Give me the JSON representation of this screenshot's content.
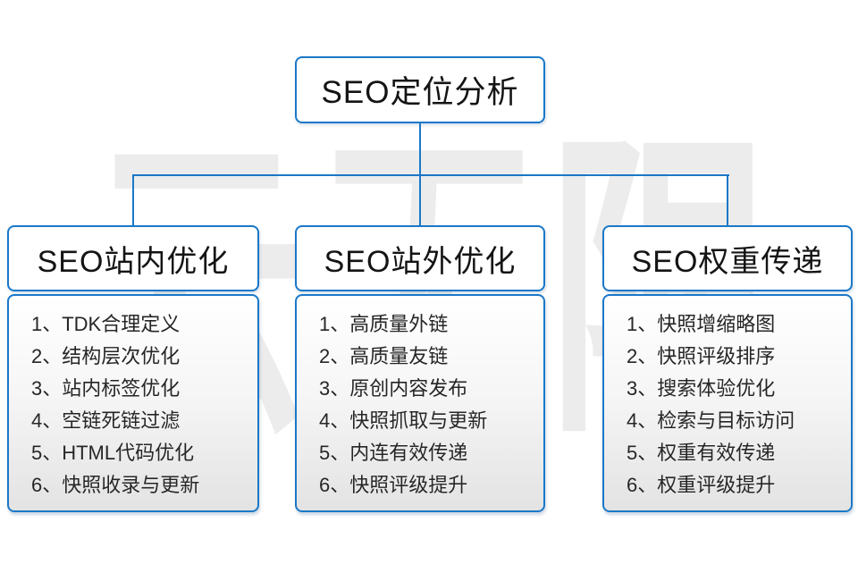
{
  "root": {
    "label": "SEO定位分析"
  },
  "watermark": {
    "text": "云无限"
  },
  "columns": [
    {
      "header": "SEO站内优化",
      "items": [
        "1、TDK合理定义",
        "2、结构层次优化",
        "3、站内标签优化",
        "4、空链死链过滤",
        "5、HTML代码优化",
        "6、快照收录与更新"
      ]
    },
    {
      "header": "SEO站外优化",
      "items": [
        "1、高质量外链",
        "2、高质量友链",
        "3、原创内容发布",
        "4、快照抓取与更新",
        "5、内连有效传递",
        "6、快照评级提升"
      ]
    },
    {
      "header": "SEO权重传递",
      "items": [
        "1、快照增缩略图",
        "2、快照评级排序",
        "3、搜索体验优化",
        "4、检索与目标访问",
        "5、权重有效传递",
        "6、权重评级提升"
      ]
    }
  ],
  "colors": {
    "accent_blue": "#1a78c8",
    "list_gradient_top": "#ffffff",
    "list_gradient_bottom": "#e3e3e3",
    "watermark_gray": "#ececec",
    "text_black": "#141414"
  }
}
